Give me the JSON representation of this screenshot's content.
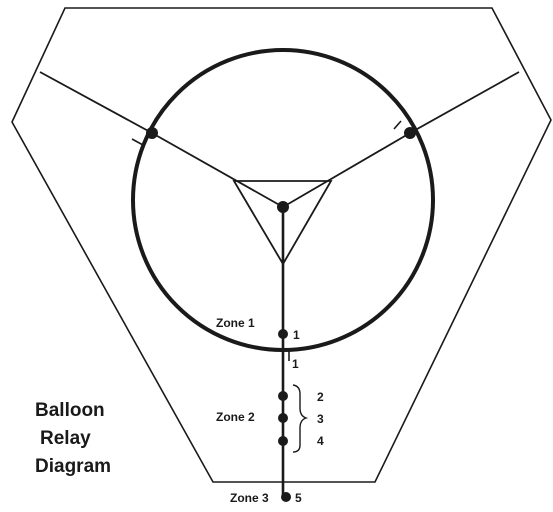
{
  "title_lines": [
    "Balloon",
    "Relay",
    "Diagram"
  ],
  "zones": [
    {
      "label": "Zone 1",
      "numbers": [
        "1"
      ]
    },
    {
      "label": "Zone 2",
      "numbers": [
        "2",
        "3",
        "4"
      ]
    },
    {
      "label": "Zone 3",
      "numbers": [
        "5"
      ]
    }
  ],
  "boundary_number": "1",
  "colors": {
    "line": "#1a1a1a",
    "background": "#ffffff"
  }
}
